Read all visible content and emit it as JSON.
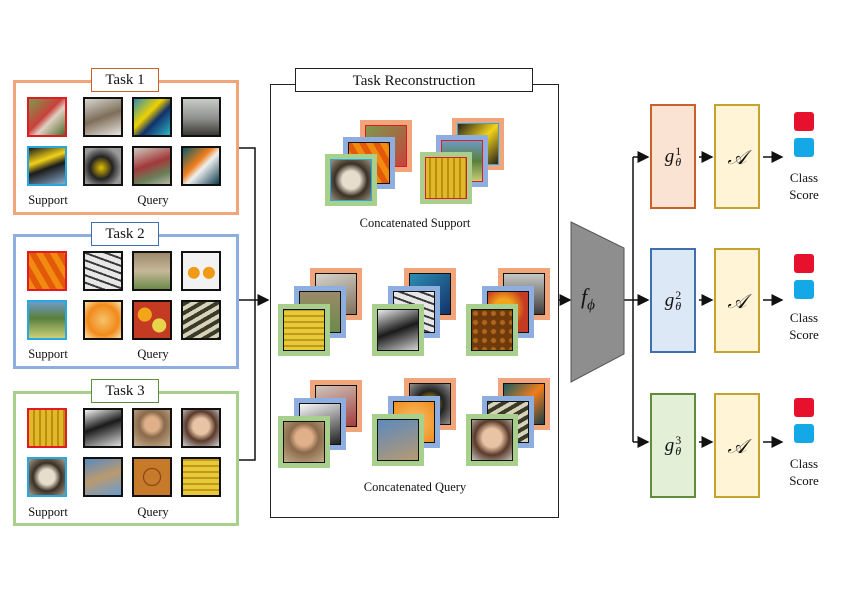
{
  "task1": {
    "title": "Task 1",
    "support_label": "Support",
    "query_label": "Query"
  },
  "task2": {
    "title": "Task 2",
    "support_label": "Support",
    "query_label": "Query"
  },
  "task3": {
    "title": "Task 3",
    "support_label": "Support",
    "query_label": "Query"
  },
  "reconstruction": {
    "title": "Task Reconstruction",
    "support_caption": "Concatenated Support",
    "query_caption": "Concatenated Query"
  },
  "encoder": {
    "symbol": "f",
    "subscript": "ϕ"
  },
  "heads": [
    {
      "symbol": "g",
      "superscript": "1",
      "subscript": "θ",
      "attention": "𝒜",
      "score_line1": "Class",
      "score_line2": "Score"
    },
    {
      "symbol": "g",
      "superscript": "2",
      "subscript": "θ",
      "attention": "𝒜",
      "score_line1": "Class",
      "score_line2": "Score"
    },
    {
      "symbol": "g",
      "superscript": "3",
      "subscript": "θ",
      "attention": "𝒜",
      "score_line1": "Class",
      "score_line2": "Score"
    }
  ],
  "colors": {
    "task1": "#f0a57a",
    "task2": "#8faee0",
    "task3": "#a9cf8c",
    "head1_fill": "#fbe3d4",
    "head1_border": "#c8622b",
    "head2_fill": "#dde8f7",
    "head2_border": "#3e6fb0",
    "head3_fill": "#e3efd6",
    "head3_border": "#5e8e3a",
    "attention_fill": "#fff5d6",
    "attention_border": "#c6a32e",
    "score_red": "#e8112d",
    "score_blue": "#14a9e6",
    "encoder_fill": "#8e8e8e"
  }
}
